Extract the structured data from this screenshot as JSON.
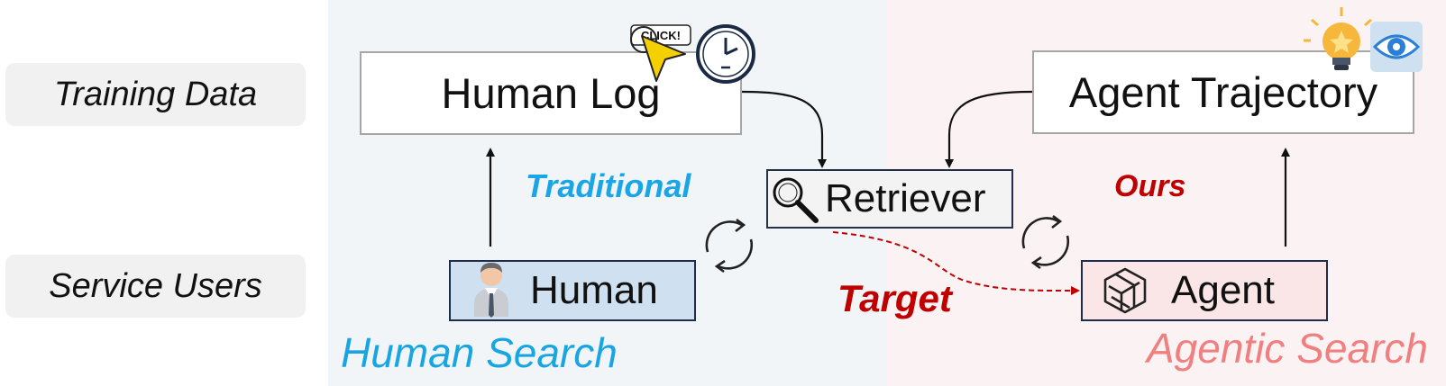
{
  "rows": {
    "training_data": "Training Data",
    "service_users": "Service Users"
  },
  "boxes": {
    "human_log": "Human Log",
    "agent_trajectory": "Agent Trajectory",
    "retriever": "Retriever",
    "human": "Human",
    "agent": "Agent"
  },
  "labels": {
    "traditional": "Traditional",
    "ours": "Ours",
    "target": "Target"
  },
  "sections": {
    "human_search": "Human Search",
    "agentic_search": "Agentic Search"
  },
  "icons": {
    "click_badge": "CLICK!",
    "click_cursor": "cursor-click-icon",
    "clock": "clock-icon",
    "bulb": "lightbulb-icon",
    "eye": "eye-icon",
    "magnifier": "magnifier-icon",
    "person": "person-icon",
    "agent_logo": "agent-logo-icon",
    "cycle": "refresh-cycle-icon"
  },
  "colors": {
    "human_side_bg": "#f2f5f8",
    "agent_side_bg": "#fbf2f3",
    "traditional": "#1aa6e6",
    "ours": "#c00000",
    "target_arrow": "#c00000",
    "human_box_fill": "#cfe0f0",
    "agent_box_fill": "#fae6e6"
  }
}
